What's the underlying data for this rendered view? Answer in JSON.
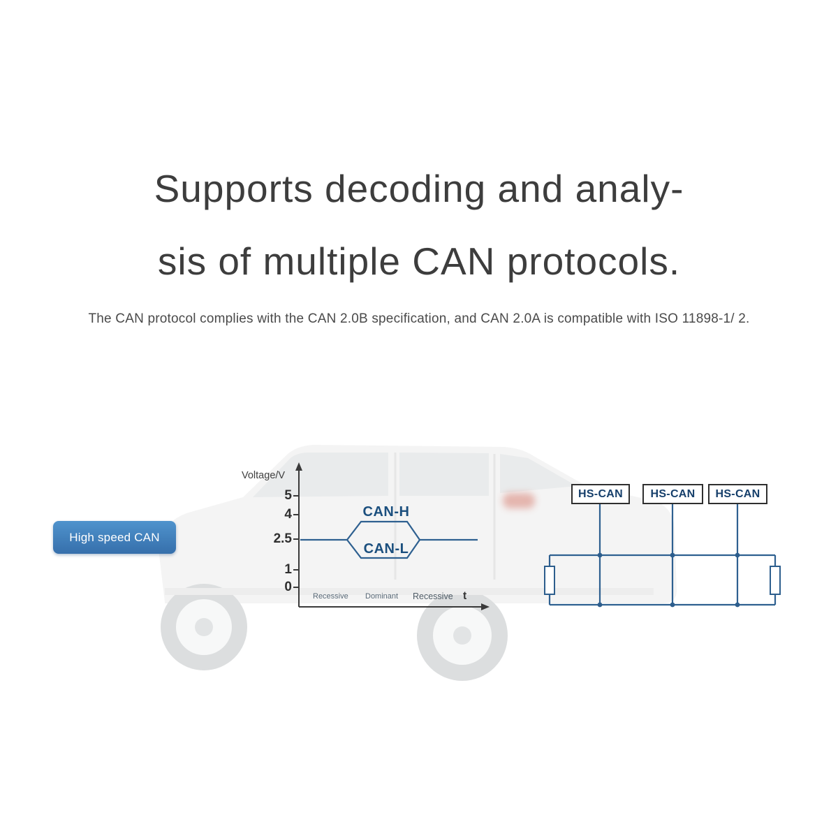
{
  "colors": {
    "heading_text": "#3d3d3d",
    "subtitle_text": "#4a4a4a",
    "badge_bg_top": "#4f93cd",
    "badge_bg_bottom": "#366fab",
    "badge_text": "#ffffff",
    "diagram_line": "#2e6090",
    "waveform_label": "#1b4f7e",
    "bus_line": "#2d5e8d",
    "box_border": "#2f2f2f",
    "box_text": "#163f6b"
  },
  "heading": {
    "line1": "Supports decoding and analy-",
    "line2": "sis of multiple CAN protocols."
  },
  "subtitle": "The CAN protocol complies with the CAN 2.0B specification, and CAN 2.0A is compatible with ISO 11898-1/ 2.",
  "badge": {
    "label": "High speed CAN"
  },
  "voltage_chart": {
    "axis_label": "Voltage/V",
    "ticks": [
      "5",
      "4",
      "2.5",
      "1",
      "0"
    ],
    "can_h_label": "CAN-H",
    "can_l_label": "CAN-L",
    "x_labels": [
      "Recessive",
      "Dominant",
      "Recessive"
    ],
    "time_label": "t"
  },
  "bus_diagram": {
    "nodes": [
      "HS-CAN",
      "HS-CAN",
      "HS-CAN"
    ]
  }
}
